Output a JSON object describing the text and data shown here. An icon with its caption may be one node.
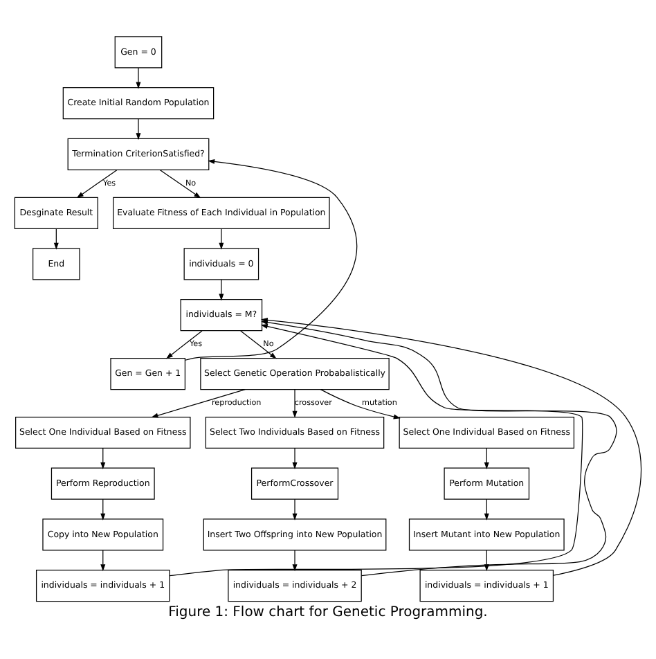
{
  "diagram": {
    "caption": "Figure 1: Flow chart for Genetic Programming.",
    "nodes": [
      {
        "text": [
          "Gen = 0"
        ]
      },
      {
        "text": [
          "Create Initial Random Population"
        ]
      },
      {
        "text": [
          "Termination CriterionSatisfied?"
        ]
      },
      {
        "text": [
          "Desginate Result"
        ]
      },
      {
        "text": [
          "End"
        ]
      },
      {
        "text": [
          "Evaluate Fitness of Each Individual in Population"
        ]
      },
      {
        "text": [
          "individuals = 0"
        ]
      },
      {
        "text": [
          "individuals = M?"
        ]
      },
      {
        "text": [
          "Gen = Gen + 1"
        ]
      },
      {
        "text": [
          "Select Genetic Operation Probabalistically"
        ]
      },
      {
        "text": [
          "Select One Individual Based on Fitness"
        ]
      },
      {
        "text": [
          "Perform Reproduction"
        ]
      },
      {
        "text": [
          "Copy into New Population"
        ]
      },
      {
        "text": [
          "individuals = individuals + 1"
        ]
      },
      {
        "text": [
          "Select Two Individuals Based on Fitness"
        ]
      },
      {
        "text": [
          "PerformCrossover"
        ]
      },
      {
        "text": [
          "Insert Two Offspring into New Population"
        ]
      },
      {
        "text": [
          "individuals = individuals + 2"
        ]
      },
      {
        "text": [
          "Select One Individual Based on Fitness"
        ]
      },
      {
        "text": [
          "Perform Mutation"
        ]
      },
      {
        "text": [
          "Insert Mutant into New Population"
        ]
      },
      {
        "text": [
          "individuals = individuals + 1"
        ]
      }
    ],
    "edges": [
      {
        "from": 0,
        "to": 1,
        "arrow": "to"
      },
      {
        "from": 1,
        "to": 2,
        "arrow": "to"
      },
      {
        "from": 2,
        "to": 3,
        "arrow": "to",
        "label": "Yes"
      },
      {
        "from": 3,
        "to": 4,
        "arrow": "to"
      },
      {
        "from": 2,
        "to": 5,
        "arrow": "to",
        "label": "No"
      },
      {
        "from": 5,
        "to": 6,
        "arrow": "to"
      },
      {
        "from": 6,
        "to": 7,
        "arrow": "to"
      },
      {
        "from": 7,
        "to": 8,
        "arrow": "to",
        "label": "Yes"
      },
      {
        "from": 8,
        "to": 2,
        "arrow": "to"
      },
      {
        "from": 7,
        "to": 9,
        "arrow": "to",
        "label": "No"
      },
      {
        "from": 9,
        "to": 10,
        "arrow": "to",
        "label": "reproduction"
      },
      {
        "from": 9,
        "to": 14,
        "arrow": "to",
        "label": "crossover"
      },
      {
        "from": 9,
        "to": 18,
        "arrow": "to",
        "label": "mutation"
      },
      {
        "from": 10,
        "to": 11,
        "arrow": "to"
      },
      {
        "from": 11,
        "to": 12,
        "arrow": "to"
      },
      {
        "from": 12,
        "to": 13,
        "arrow": "to"
      },
      {
        "from": 14,
        "to": 15,
        "arrow": "to"
      },
      {
        "from": 15,
        "to": 16,
        "arrow": "to"
      },
      {
        "from": 16,
        "to": 17,
        "arrow": "to"
      },
      {
        "from": 18,
        "to": 19,
        "arrow": "to"
      },
      {
        "from": 19,
        "to": 20,
        "arrow": "to"
      },
      {
        "from": 20,
        "to": 21,
        "arrow": "to"
      },
      {
        "from": 13,
        "to": 7,
        "arrow": "to"
      },
      {
        "from": 17,
        "to": 7,
        "arrow": "to"
      },
      {
        "from": 21,
        "to": 7,
        "arrow": "to"
      }
    ]
  }
}
